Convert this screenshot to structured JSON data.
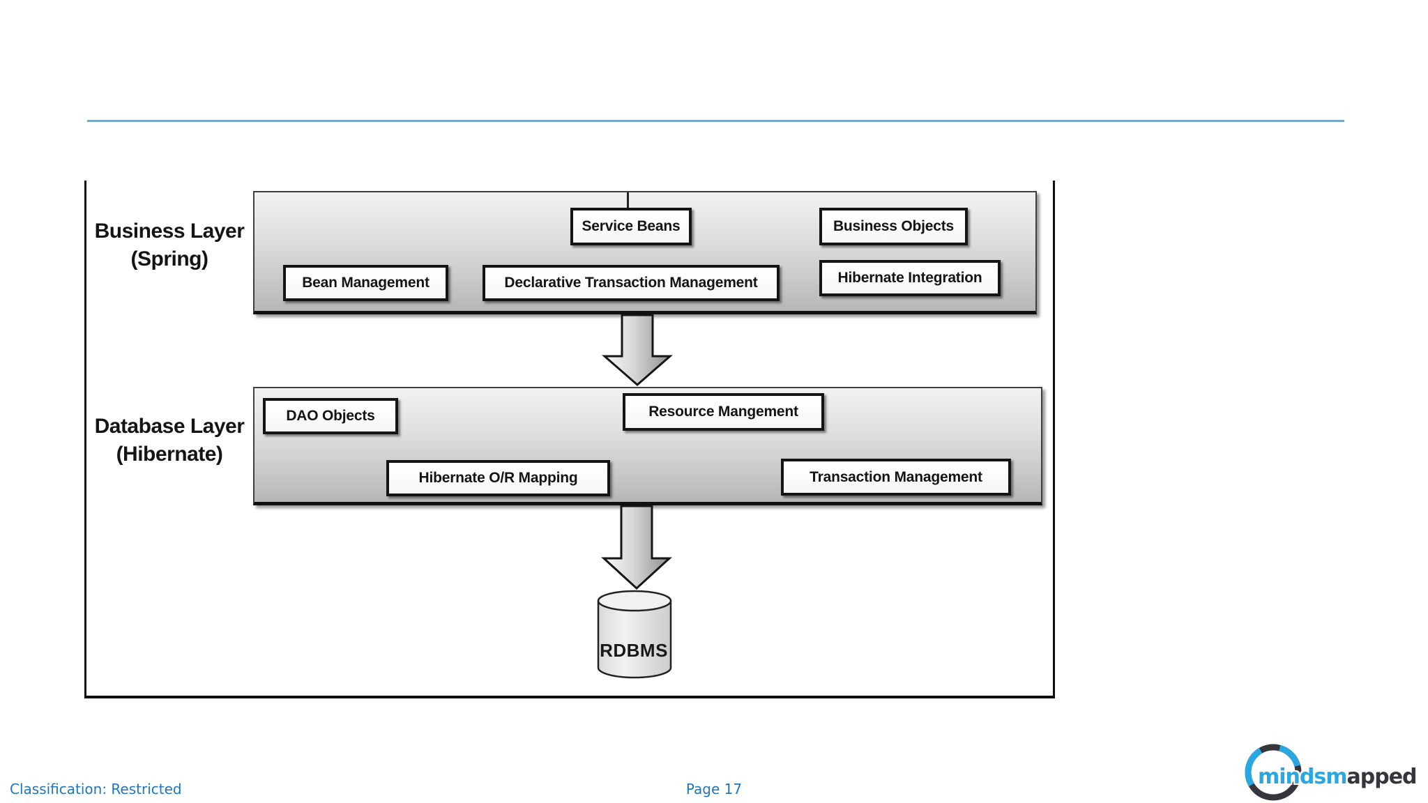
{
  "slide": {
    "accent_rule_color": "#72a8c8",
    "footer": {
      "classification": "Classification: Restricted",
      "page_label": "Page 17",
      "text_color": "#1d76bb"
    }
  },
  "diagram": {
    "business": {
      "label1": "Business Layer",
      "label2": "(Spring)",
      "boxes": [
        "Service Beans",
        "Business Objects",
        "Bean Management",
        "Declarative Transaction Management",
        "Hibernate Integration"
      ]
    },
    "database": {
      "label1": "Database Layer",
      "label2": "(Hibernate)",
      "boxes": [
        "DAO Objects",
        "Resource Mangement",
        "Hibernate O/R Mapping",
        "Transaction Management"
      ]
    },
    "rdbms_label": "RDBMS",
    "arrow_fill_light": "#f5f5f5",
    "arrow_fill_dark": "#8f8f8f"
  },
  "logo": {
    "part_blue": "mindsm",
    "part_dark": "apped",
    "blue": "#2aa7e0",
    "dark": "#35363b"
  }
}
